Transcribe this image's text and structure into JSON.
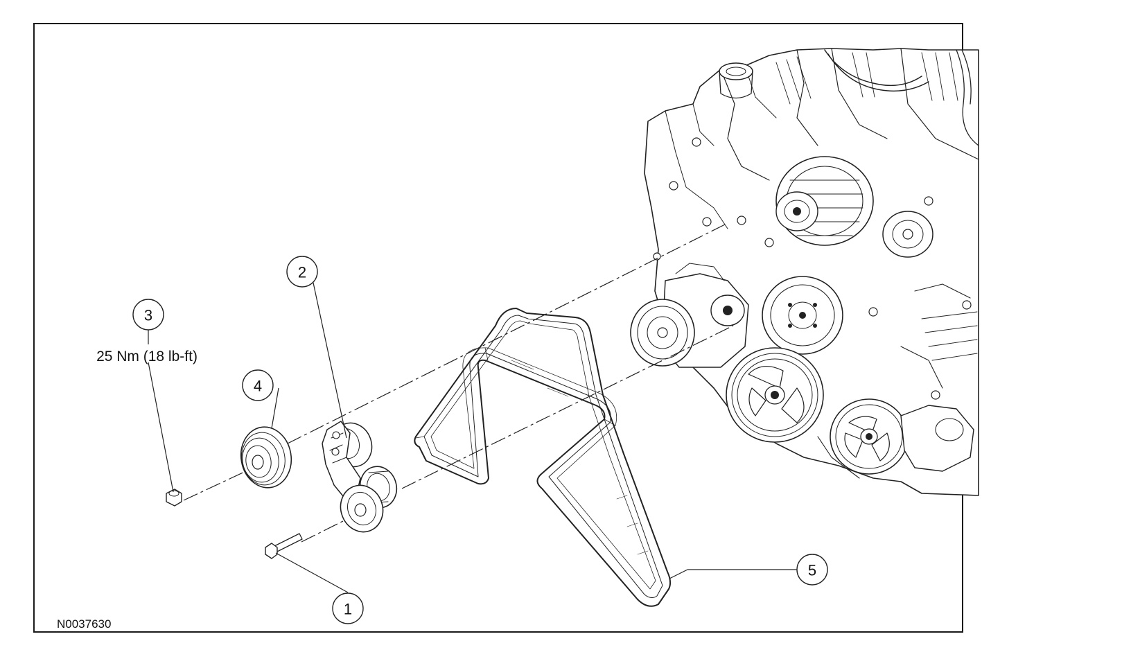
{
  "figure_id": "N0037630",
  "callouts": [
    {
      "number": "1"
    },
    {
      "number": "2"
    },
    {
      "number": "3",
      "torque": "25 Nm (18 lb-ft)"
    },
    {
      "number": "4"
    },
    {
      "number": "5"
    }
  ]
}
